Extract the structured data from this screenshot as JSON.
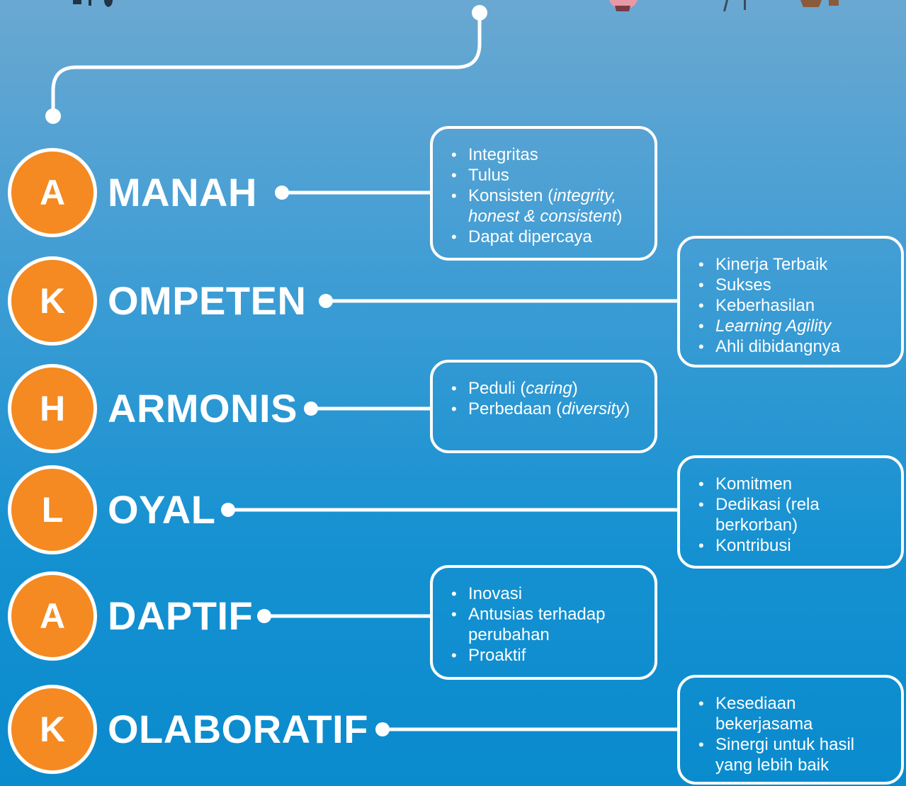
{
  "values": [
    {
      "letter": "A",
      "word": "MANAH",
      "points": [
        [
          {
            "t": "Integritas"
          }
        ],
        [
          {
            "t": "Tulus"
          }
        ],
        [
          {
            "t": "Konsisten ("
          },
          {
            "t": "integrity, honest & consistent",
            "i": true
          },
          {
            "t": ")"
          }
        ],
        [
          {
            "t": "Dapat dipercaya"
          }
        ]
      ]
    },
    {
      "letter": "K",
      "word": "OMPETEN",
      "points": [
        [
          {
            "t": "Kinerja Terbaik"
          }
        ],
        [
          {
            "t": "Sukses"
          }
        ],
        [
          {
            "t": "Keberhasilan"
          }
        ],
        [
          {
            "t": "Learning Agility",
            "i": true
          }
        ],
        [
          {
            "t": "Ahli dibidangnya"
          }
        ]
      ]
    },
    {
      "letter": "H",
      "word": "ARMONIS",
      "points": [
        [
          {
            "t": "Peduli ("
          },
          {
            "t": "caring",
            "i": true
          },
          {
            "t": ")"
          }
        ],
        [
          {
            "t": "Perbedaan ("
          },
          {
            "t": "diversity",
            "i": true
          },
          {
            "t": ")"
          }
        ]
      ]
    },
    {
      "letter": "L",
      "word": "OYAL",
      "points": [
        [
          {
            "t": "Komitmen"
          }
        ],
        [
          {
            "t": "Dedikasi (rela berkorban)"
          }
        ],
        [
          {
            "t": "Kontribusi"
          }
        ]
      ]
    },
    {
      "letter": "A",
      "word": "DAPTIF",
      "points": [
        [
          {
            "t": "Inovasi"
          }
        ],
        [
          {
            "t": "Antusias terhadap perubahan"
          }
        ],
        [
          {
            "t": "Proaktif"
          }
        ]
      ]
    },
    {
      "letter": "K",
      "word": "OLABORATIF",
      "points": [
        [
          {
            "t": "Kesediaan bekerjasama"
          }
        ],
        [
          {
            "t": "Sinergi untuk hasil yang lebih baik"
          }
        ]
      ]
    }
  ],
  "colors": {
    "circle_fill": "#f48a21",
    "line": "#ffffff",
    "background_top": "#6aa8d2",
    "background_bottom": "#0a8bcd"
  }
}
